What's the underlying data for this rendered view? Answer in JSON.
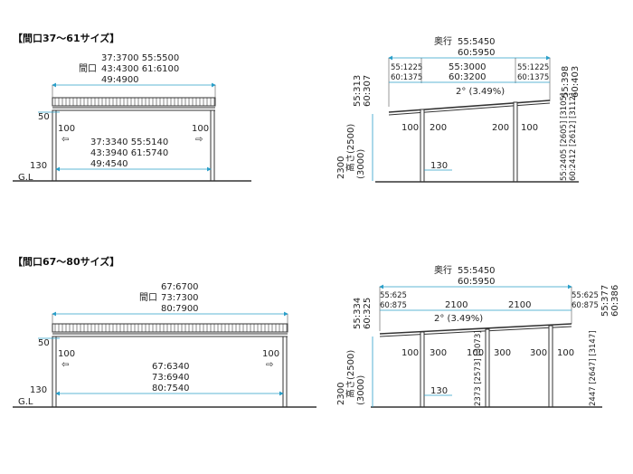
{
  "sections": {
    "top": {
      "heading": "【間口37～61サイズ】",
      "front": {
        "width_line1": "37:3700  55:5500",
        "width_prefix": "間口",
        "width_line2": "43:4300  61:6100",
        "width_line3": "49:4900",
        "inner_line1": "37:3340  55:5140",
        "inner_line2": "43:3940  61:5740",
        "inner_line3": "49:4540",
        "roof_thick": "50",
        "ground_gap": "130",
        "left_post": "100",
        "right_post": "100",
        "ground": "G.L"
      },
      "side": {
        "depth_prefix": "奥行",
        "depth_line1": "55:5450",
        "depth_line2": "60:5950",
        "left_overhang1": "55:1225",
        "left_overhang2": "60:1375",
        "span1": "55:3000",
        "span2": "60:3200",
        "right_overhang1": "55:1225",
        "right_overhang2": "60:1375",
        "slope": "2° (3.49%)",
        "left_rise1": "55:313",
        "left_rise2": "60:307",
        "right_rise1": "55:398",
        "right_rise2": "60:403",
        "height1": "2300",
        "height2": "(2500)",
        "height3": "(3000)",
        "height_label": "高さ",
        "post_a_l": "100",
        "post_a_r": "200",
        "post_b_l": "200",
        "post_b_r": "100",
        "ground_gap": "130",
        "right_h1": "55:2405 [2605] [3105]",
        "right_h2": "60:2412 [2612] [3112]"
      }
    },
    "bottom": {
      "heading": "【間口67～80サイズ】",
      "front": {
        "width_line1": "67:6700",
        "width_prefix": "間口",
        "width_line2": "73:7300",
        "width_line3": "80:7900",
        "inner_line1": "67:6340",
        "inner_line2": "73:6940",
        "inner_line3": "80:7540",
        "roof_thick": "50",
        "ground_gap": "130",
        "left_post": "100",
        "right_post": "100",
        "ground": "G.L"
      },
      "side": {
        "depth_prefix": "奥行",
        "depth_line1": "55:5450",
        "depth_line2": "60:5950",
        "left_overhang1": "55:625",
        "left_overhang2": "60:875",
        "span_a": "2100",
        "span_b": "2100",
        "right_overhang1": "55:625",
        "right_overhang2": "60:875",
        "slope": "2° (3.49%)",
        "left_rise1": "55:334",
        "left_rise2": "60:325",
        "right_rise1": "55:377",
        "right_rise2": "60:386",
        "height1": "2300",
        "height2": "(2500)",
        "height3": "(3000)",
        "height_label": "高さ",
        "post1_l": "100",
        "post1_r": "300",
        "post2_l": "100",
        "post2_r": "300",
        "post3_l": "300",
        "post3_r": "100",
        "mid_h": "2373 [2573] [3073]",
        "right_h": "2447 [2647] [3147]",
        "ground_gap": "130"
      }
    }
  }
}
